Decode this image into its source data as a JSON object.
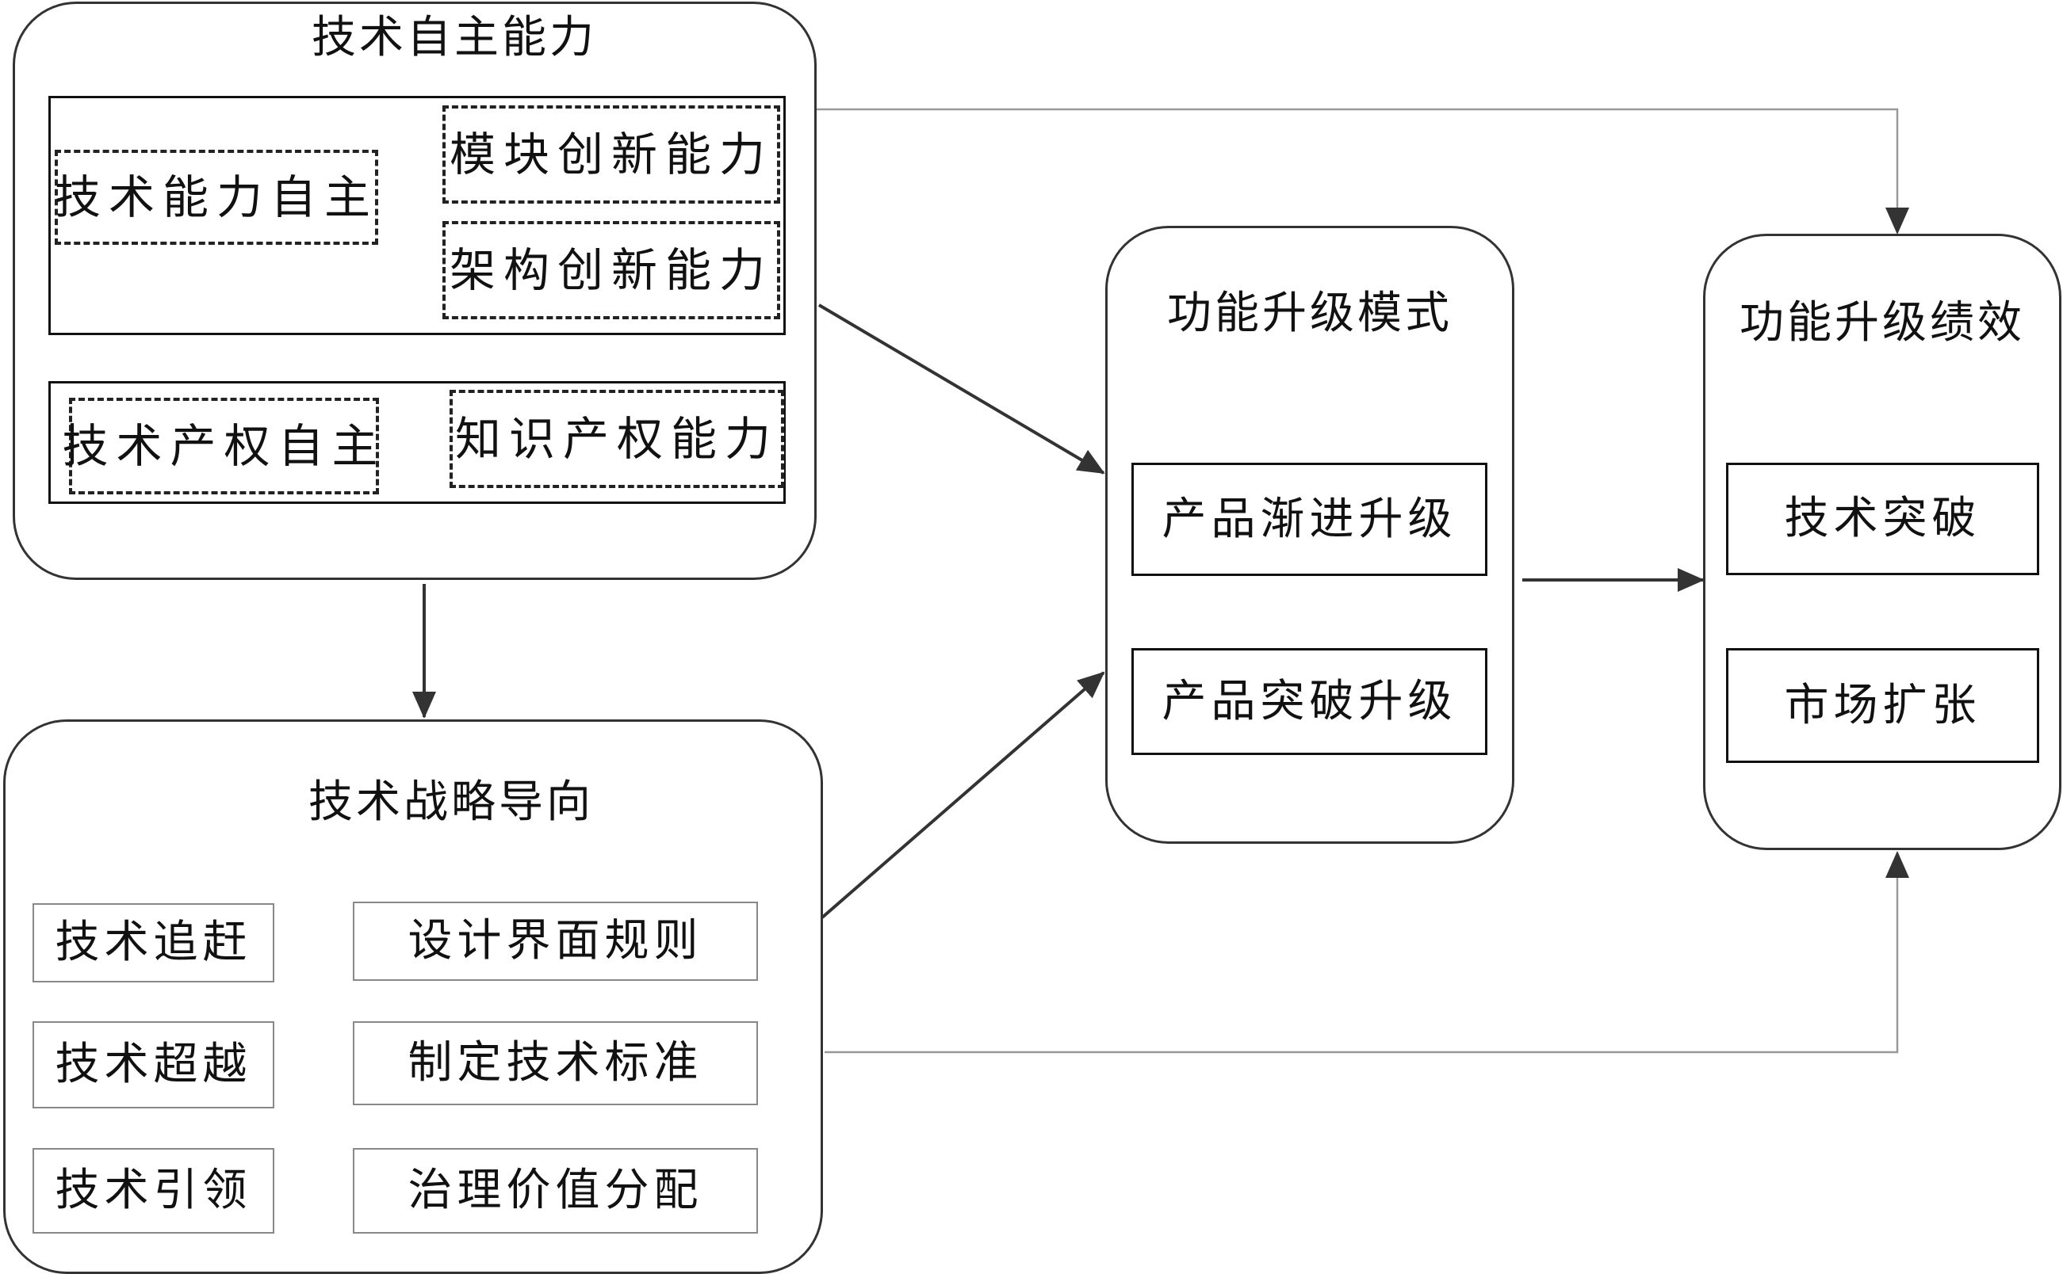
{
  "groups": {
    "autonomy": {
      "title": "技术自主能力",
      "tech_self": "技术能力自主",
      "module_innov": "模块创新能力",
      "arch_innov": "架构创新能力",
      "ip_self": "技术产权自主",
      "ip_capability": "知识产权能力"
    },
    "strategy": {
      "title": "技术战略导向",
      "rows": [
        {
          "left": "技术追赶",
          "right": "设计界面规则"
        },
        {
          "left": "技术超越",
          "right": "制定技术标准"
        },
        {
          "left": "技术引领",
          "right": "治理价值分配"
        }
      ]
    },
    "mode": {
      "title": "功能升级模式",
      "items": [
        "产品渐进升级",
        "产品突破升级"
      ]
    },
    "performance": {
      "title": "功能升级绩效",
      "items": [
        "技术突破",
        "市场扩张"
      ]
    }
  }
}
